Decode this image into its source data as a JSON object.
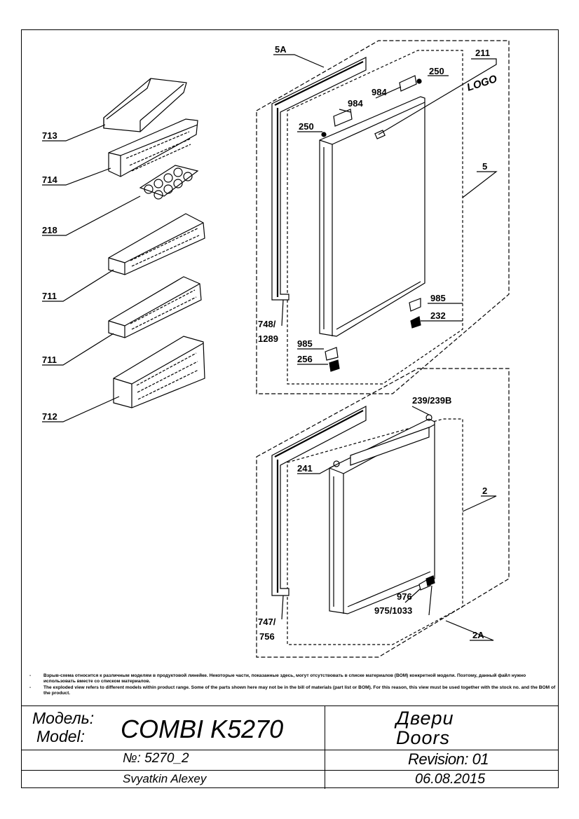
{
  "callouts": {
    "c713": "713",
    "c714": "714",
    "c218": "218",
    "c711a": "711",
    "c711b": "711",
    "c712": "712",
    "c5A": "5A",
    "c211": "211",
    "logo": "LOGO",
    "c250a": "250",
    "c984a": "984",
    "c984b": "984",
    "c250b": "250",
    "c5": "5",
    "c985a": "985",
    "c232": "232",
    "c748": "748/",
    "c1289": "1289",
    "c985b": "985",
    "c256": "256",
    "c239": "239/239B",
    "c241": "241",
    "c2": "2",
    "c976": "976",
    "c975": "975/1033",
    "c747": "747/",
    "c756": "756",
    "c2A": "2A"
  },
  "notes": {
    "ru": "Взрыв-схема относится к различным моделям в продуктовой линейке.  Некоторые части, показанные здесь, могут отсутствовать в списке материалов (ВОМ) конкретной модели. Поэтому, данный файл нужно использовать вместе со списком материалов.",
    "en": "The exploded view refers to different models within product range. Some of the parts shown here may not be in the bill of materials (part list or BOM). For this reason, this view must be used together with the stock no. and the BOM of the product.",
    "dash": "-"
  },
  "title_block": {
    "model_label_ru": "Модель:",
    "model_label_en": "Model:",
    "model_value": "COMBI K5270",
    "title_ru": "Двери",
    "title_en": "Doors",
    "number": "№: 5270_2",
    "revision": "Revision: 01",
    "author": "Svyatkin Alexey",
    "date": "06.08.2015"
  }
}
